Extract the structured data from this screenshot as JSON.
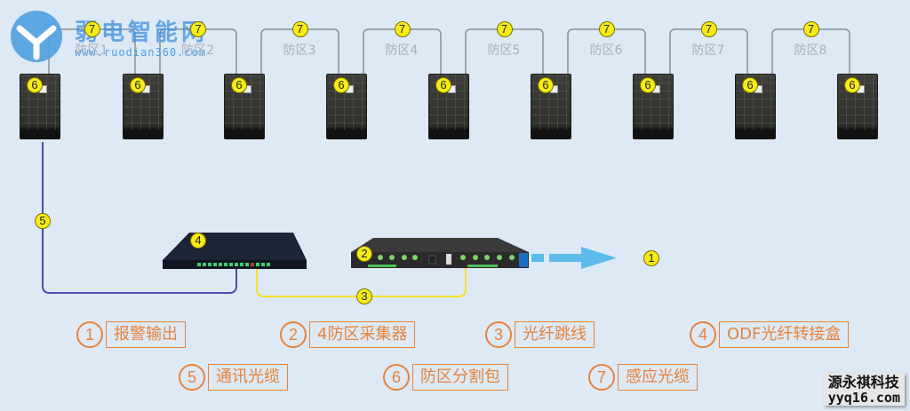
{
  "watermark": {
    "title": "弱电智能网",
    "url": "www.ruodian360.com"
  },
  "zones": [
    {
      "label": "防区1",
      "badge": "7"
    },
    {
      "label": "防区2",
      "badge": "7"
    },
    {
      "label": "防区3",
      "badge": "7"
    },
    {
      "label": "防区4",
      "badge": "7"
    },
    {
      "label": "防区5",
      "badge": "7"
    },
    {
      "label": "防区6",
      "badge": "7"
    },
    {
      "label": "防区7",
      "badge": "7"
    },
    {
      "label": "防区8",
      "badge": "7"
    }
  ],
  "enclosures": [
    {
      "badge": "6"
    },
    {
      "badge": "6"
    },
    {
      "badge": "6"
    },
    {
      "badge": "6"
    },
    {
      "badge": "6"
    },
    {
      "badge": "6"
    },
    {
      "badge": "6"
    },
    {
      "badge": "6"
    },
    {
      "badge": "6"
    }
  ],
  "devices": {
    "odf_box_badge": "4",
    "collector_badge": "2",
    "comm_cable_badge": "5",
    "patch_cord_badge": "3",
    "output_badge": "1"
  },
  "colors": {
    "background": "#dde9f5",
    "badge_fill": "#f7ec15",
    "sense_cable": "#8a8f94",
    "comm_cable": "#4a4fa8",
    "patch_cord": "#f5e22a",
    "arrow": "#5bbcec",
    "legend": "#e8823a"
  },
  "legend": [
    {
      "num": "1",
      "text": "报警输出"
    },
    {
      "num": "2",
      "text": "4防区采集器"
    },
    {
      "num": "3",
      "text": "光纤跳线"
    },
    {
      "num": "4",
      "text": "ODF光纤转接盒"
    },
    {
      "num": "5",
      "text": "通讯光缆"
    },
    {
      "num": "6",
      "text": "防区分割包"
    },
    {
      "num": "7",
      "text": "感应光缆"
    }
  ],
  "brand": {
    "name": "源永祺科技",
    "site": "yyq16.com"
  }
}
